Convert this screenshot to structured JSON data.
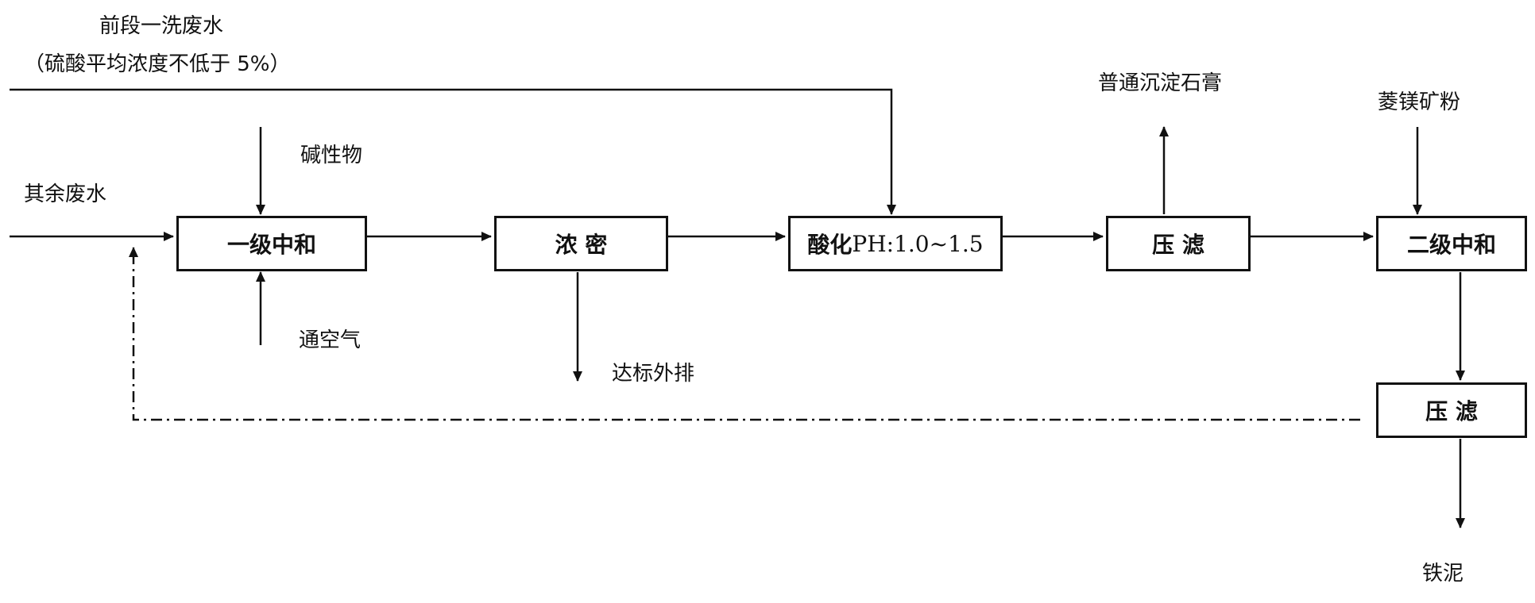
{
  "inputs": {
    "front_wastewater_line1": "前段一洗废水",
    "front_wastewater_line2": "（硫酸平均浓度不低于 5%）",
    "other_wastewater": "其余废水",
    "alkali": "碱性物",
    "air": "通空气",
    "magnesite_powder": "菱镁矿粉"
  },
  "process": {
    "primary_neutralization": "一级中和",
    "thickening": "浓  密",
    "acidification_label": "酸化",
    "acidification_ph": " PH:1.0~1.5",
    "filter_press_1": "压  滤",
    "secondary_neutralization": "二级中和",
    "filter_press_2": "压  滤"
  },
  "outputs": {
    "discharge": "达标外排",
    "gypsum": "普通沉淀石膏",
    "iron_sludge": "铁泥"
  }
}
